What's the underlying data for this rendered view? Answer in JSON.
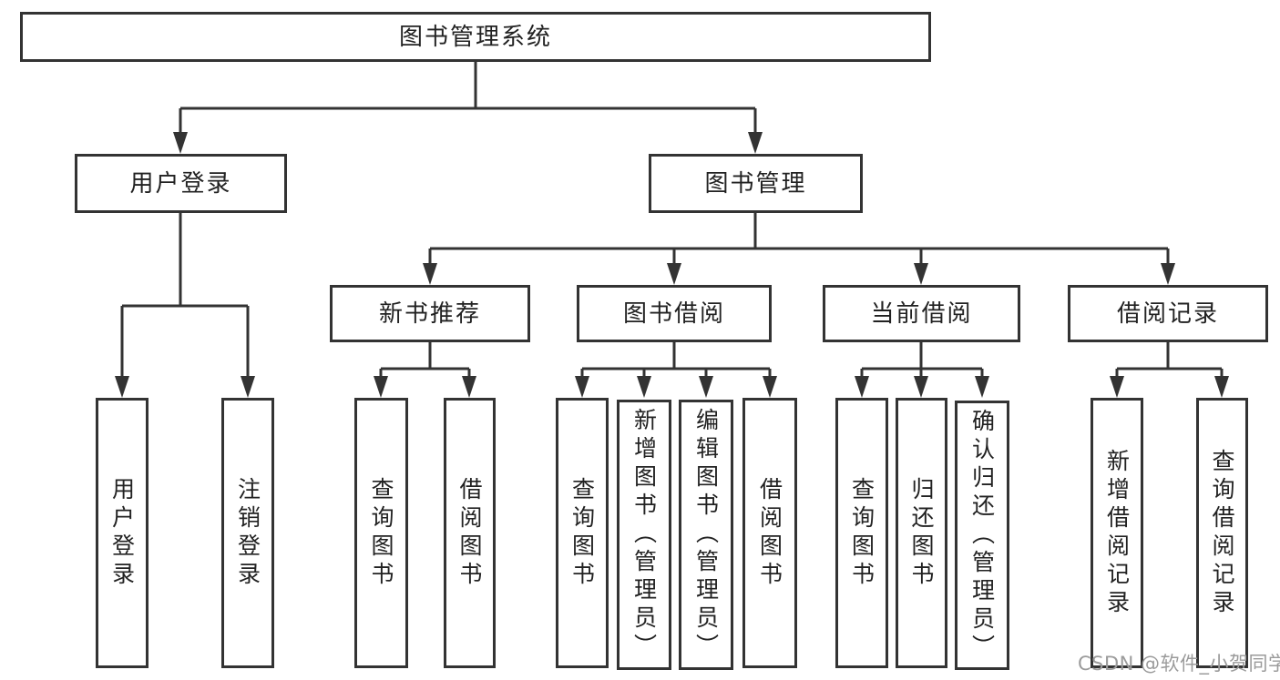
{
  "diagram": {
    "title": "图书管理系统",
    "branches": [
      {
        "label": "用户登录",
        "children": [
          {
            "label": "用户登录"
          },
          {
            "label": "注销登录"
          }
        ]
      },
      {
        "label": "图书管理",
        "children": [
          {
            "label": "新书推荐",
            "children": [
              {
                "label": "查询图书"
              },
              {
                "label": "借阅图书"
              }
            ]
          },
          {
            "label": "图书借阅",
            "children": [
              {
                "label": "查询图书"
              },
              {
                "label": "新增图书（管理员）"
              },
              {
                "label": "编辑图书（管理员）"
              },
              {
                "label": "借阅图书"
              }
            ]
          },
          {
            "label": "当前借阅",
            "children": [
              {
                "label": "查询图书"
              },
              {
                "label": "归还图书"
              },
              {
                "label": "确认归还（管理员）"
              }
            ]
          },
          {
            "label": "借阅记录",
            "children": [
              {
                "label": "新增借阅记录"
              },
              {
                "label": "查询借阅记录"
              }
            ]
          }
        ]
      }
    ]
  },
  "watermark": {
    "text": "CSDN @软件_小贺同学"
  },
  "colors": {
    "line": "#333333",
    "box_border": "#333333",
    "text": "#222222",
    "watermark": "#9b9b9b",
    "background": "#ffffff"
  }
}
